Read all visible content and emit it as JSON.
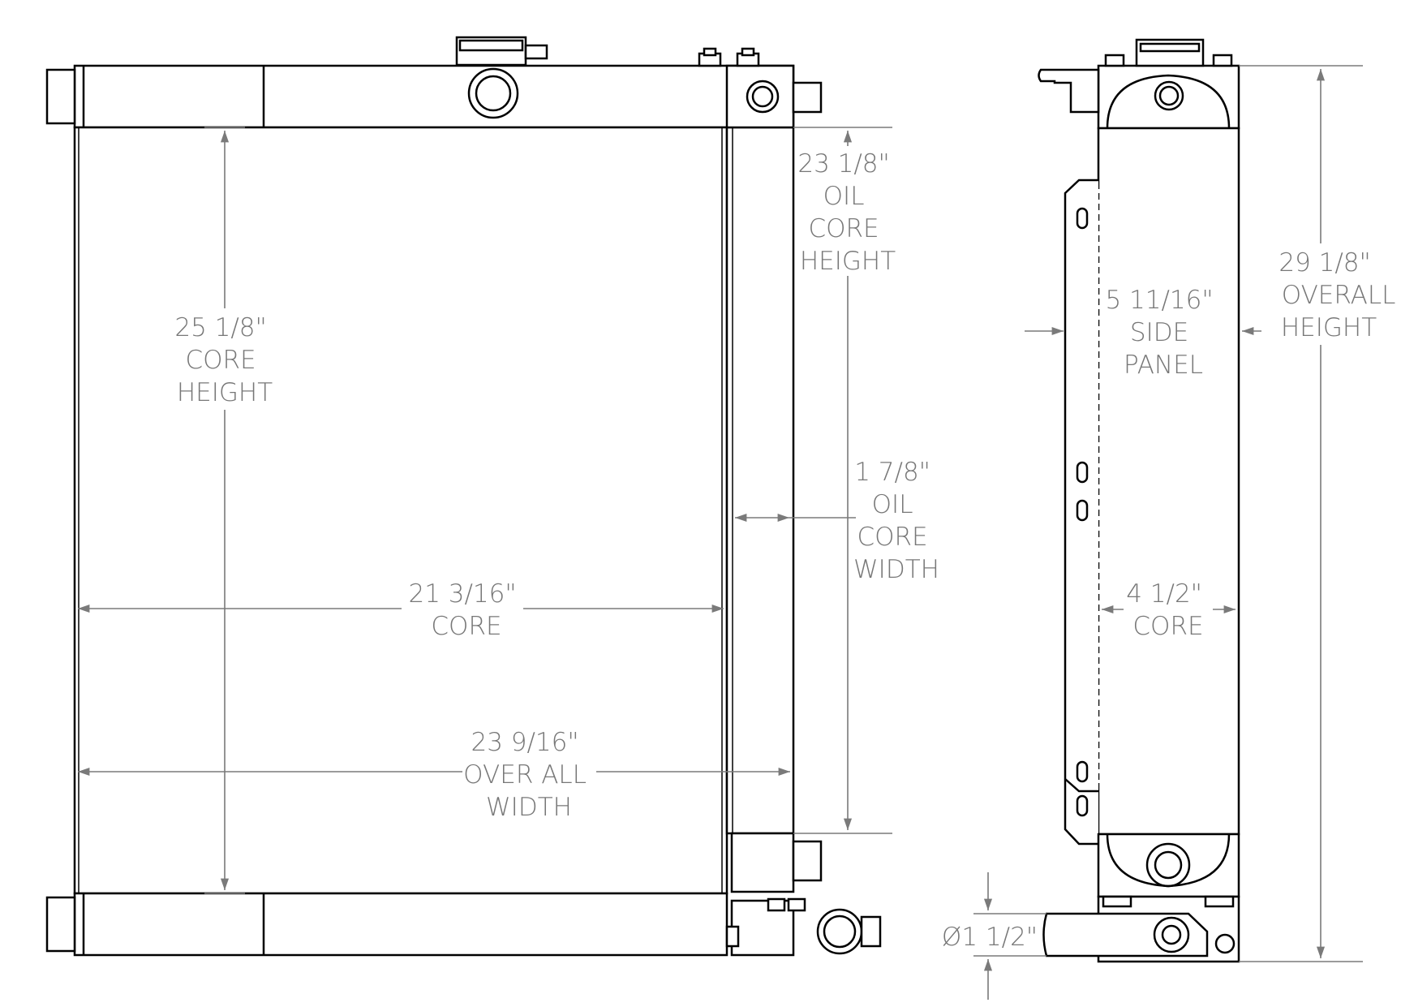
{
  "front_view": {
    "core_height": [
      "25 1/8\"",
      "CORE",
      "HEIGHT"
    ],
    "core_width": [
      "21 3/16\"",
      "CORE"
    ],
    "overall_width": [
      "23 9/16\"",
      "OVER ALL",
      "WIDTH"
    ],
    "oil_core_height": [
      "23 1/8\"",
      "OIL",
      "CORE",
      "HEIGHT"
    ],
    "oil_core_width": [
      "1 7/8\"",
      "OIL",
      "CORE",
      "WIDTH"
    ]
  },
  "side_view": {
    "side_panel": [
      "5 11/16\"",
      "SIDE",
      "PANEL"
    ],
    "overall_height": [
      "29 1/8\"",
      "OVERALL",
      "HEIGHT"
    ],
    "core_depth": [
      "4 1/2\"",
      "CORE"
    ],
    "diameter": "Ø1 1/2\""
  },
  "colors": {
    "outline": "#000000",
    "dimension": "#7a7a7a",
    "text": "#777777"
  }
}
